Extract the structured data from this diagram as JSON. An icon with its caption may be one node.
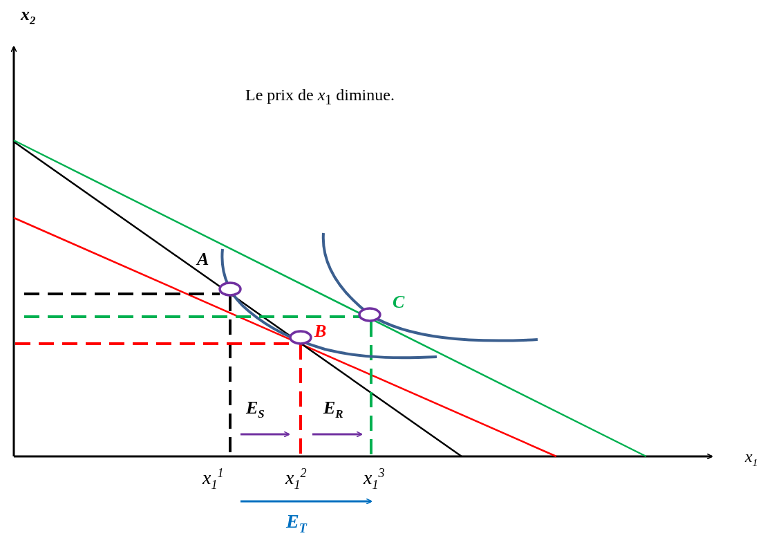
{
  "diagram": {
    "title": "Le prix de *x*$_{1}$ diminue.",
    "nodes": [
      {
        "text": [],
        "shape": "circle",
        "beside": [
          "A"
        ]
      },
      {
        "text": [],
        "shape": "circle",
        "beside": [
          "B"
        ]
      },
      {
        "text": [],
        "shape": "circle",
        "beside": [
          "C"
        ]
      }
    ],
    "edges": [],
    "labels": [
      "x$_{2}$",
      "x$_{1}$",
      "E$_{S}$",
      "E$_{R}$",
      "x$_{1}$$^{1}$",
      "x$_{1}$$^{2}$",
      "x$_{1}$$^{3}$",
      "E$_{T}$"
    ]
  }
}
